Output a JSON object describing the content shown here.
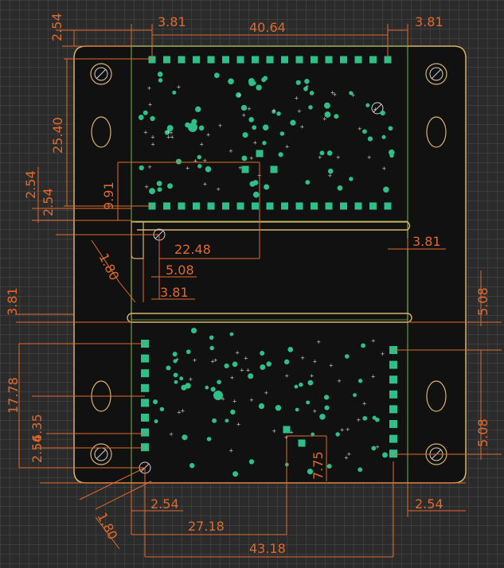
{
  "colors": {
    "background": "#2b2b2b",
    "grid": "#4d4d4d",
    "board": "#111111",
    "outline": "#d9b26a",
    "dimension": "#e06a2c",
    "pad": "#2fbf8a",
    "silkscreen": "#cfcfcf",
    "module_edge": "#9fd05a"
  },
  "dimensions": {
    "d_top_edge": "2.54",
    "d_left_margin_top": "3.81",
    "d_module_width_top": "40.64",
    "d_right_margin_top": "3.81",
    "d_header_spacing": "25.40",
    "d_left_a": "2.54",
    "d_left_b": "2.54",
    "d_pin_offset": "9.91",
    "d_slot_width": "22.48",
    "d_right_slot": "3.81",
    "d_hole_diameter_top": "1.80",
    "d_slot_offset": "5.08",
    "d_slot_offset_b": "3.81",
    "d_left_mid": "3.81",
    "d_right_mid": "5.08",
    "d_bottom_header_height": "17.78",
    "d_bottom_pin": "6.35",
    "d_bottom_left": "2.54",
    "d_right_pin": "5.08",
    "d_pad_offset": "7.75",
    "d_bottom_left_margin": "2.54",
    "d_hole_diameter_bottom": "1.80",
    "d_bottom_pad_x": "27.18",
    "d_bottom_width": "43.18",
    "d_bottom_right_margin": "2.54"
  }
}
